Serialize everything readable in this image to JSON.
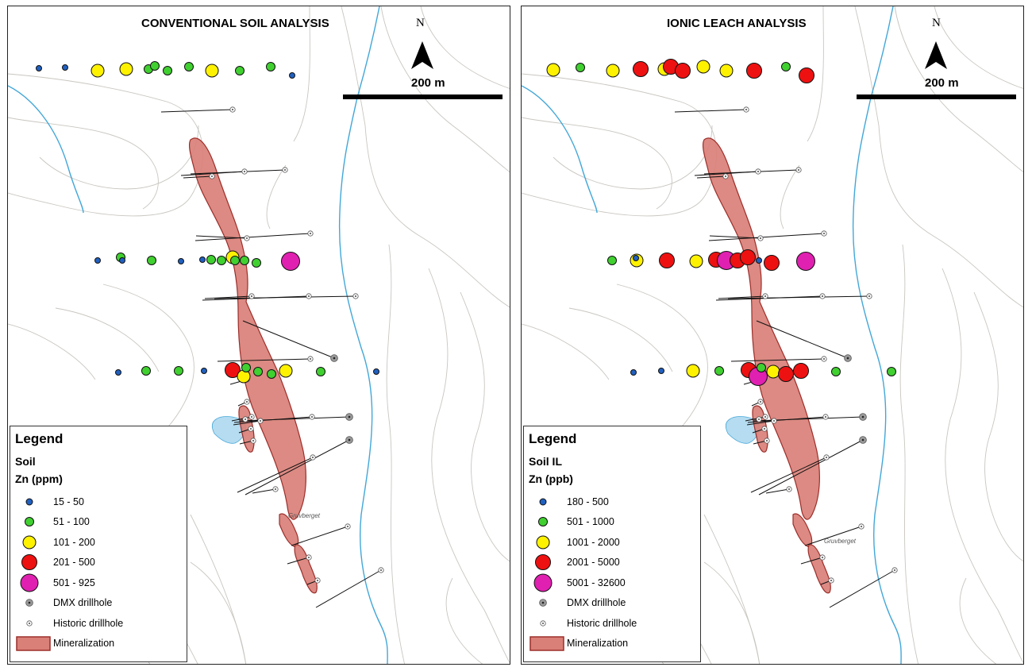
{
  "colors": {
    "water": "#43a7d8",
    "contour": "#c9c6c0",
    "mineralization_fill": "#d98078",
    "mineralization_stroke": "#9c2e2a",
    "lake": "#b5dcf0",
    "blue": "#2060c0",
    "green": "#40d030",
    "yellow": "#fff200",
    "red": "#ee1111",
    "magenta": "#e020b0"
  },
  "panels": [
    {
      "id": "left",
      "title": "CONVENTIONAL SOIL ANALYSIS",
      "north_label": "N",
      "scale_label": "200 m",
      "place_name": "Gruvberget",
      "legend": {
        "title": "Legend",
        "layer": "Soil",
        "unit": "Zn (ppm)",
        "classes": [
          {
            "label": "15 - 50",
            "color_key": "blue"
          },
          {
            "label": "51 - 100",
            "color_key": "green"
          },
          {
            "label": "101 - 200",
            "color_key": "yellow"
          },
          {
            "label": "201 - 500",
            "color_key": "red"
          },
          {
            "label": "501 - 925",
            "color_key": "magenta"
          }
        ],
        "dmx_label": "DMX drillhole",
        "historic_label": "Historic drillhole",
        "mineralization_label": "Mineralization"
      }
    },
    {
      "id": "right",
      "title": "IONIC LEACH ANALYSIS",
      "north_label": "N",
      "scale_label": "200 m",
      "place_name": "Gruvberget",
      "legend": {
        "title": "Legend",
        "layer": "Soil IL",
        "unit": "Zn (ppb)",
        "classes": [
          {
            "label": "180 - 500",
            "color_key": "blue"
          },
          {
            "label": "501 - 1000",
            "color_key": "green"
          },
          {
            "label": "1001 - 2000",
            "color_key": "yellow"
          },
          {
            "label": "2001 - 5000",
            "color_key": "red"
          },
          {
            "label": "5001 - 32600",
            "color_key": "magenta"
          }
        ],
        "dmx_label": "DMX drillhole",
        "historic_label": "Historic drillhole",
        "mineralization_label": "Mineralization"
      }
    }
  ]
}
